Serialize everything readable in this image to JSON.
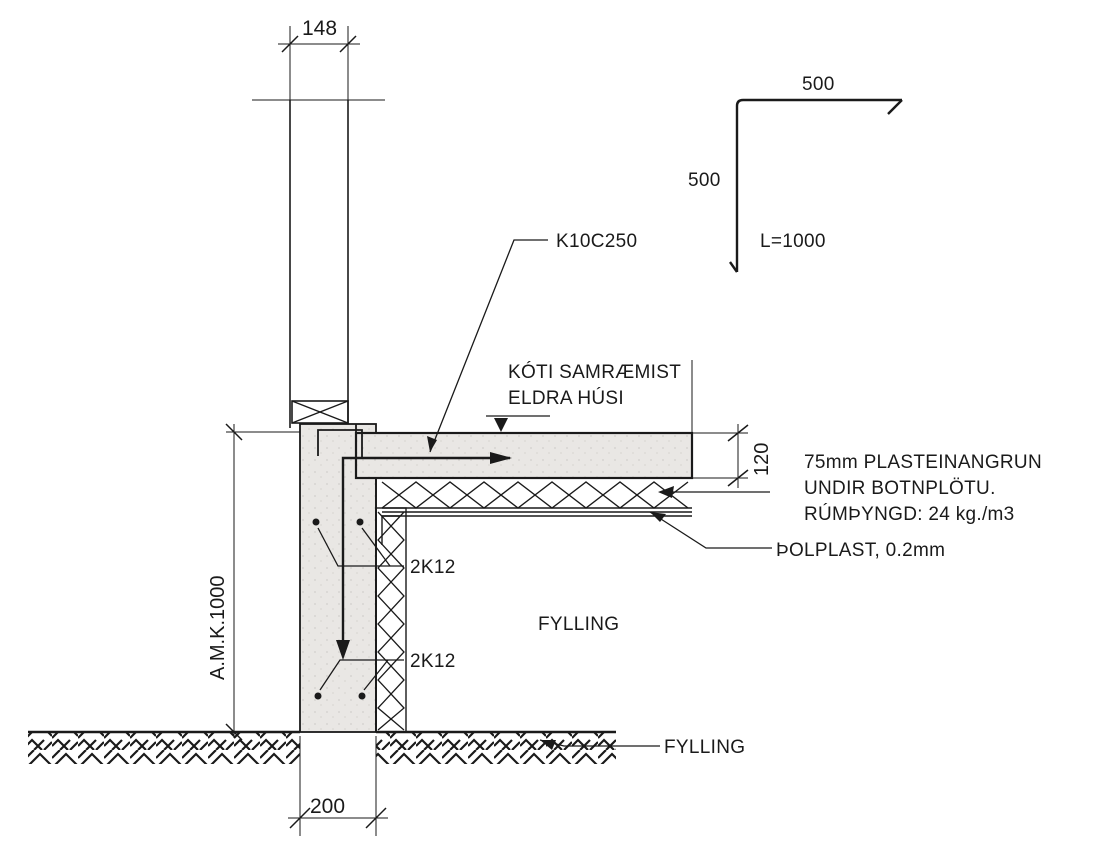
{
  "dimensions": {
    "wall_width": "148",
    "footing_width": "200",
    "slab_thickness": "120",
    "footing_depth": "A.M.K.1000"
  },
  "bar_shape": {
    "top_leg": "500",
    "side_leg": "500",
    "length": "L=1000"
  },
  "labels": {
    "top_rebar": "K10C250",
    "level_line1": "KÓTI SAMRÆMIST",
    "level_line2": "ELDRA HÚSI",
    "insulation_line1": "75mm PLASTEINANGRUN",
    "insulation_line2": "UNDIR BOTNPLÖTU.",
    "insulation_line3": "RÚMÞYNGD: 24 kg./m3",
    "membrane": "ÞOLPLAST, 0.2mm",
    "upper_bars": "2K12",
    "lower_bars": "2K12",
    "fill_inside": "FYLLING",
    "fill_ground": "FYLLING"
  },
  "colors": {
    "line": "#1a1a1a",
    "concrete": "#e9e7e4"
  }
}
